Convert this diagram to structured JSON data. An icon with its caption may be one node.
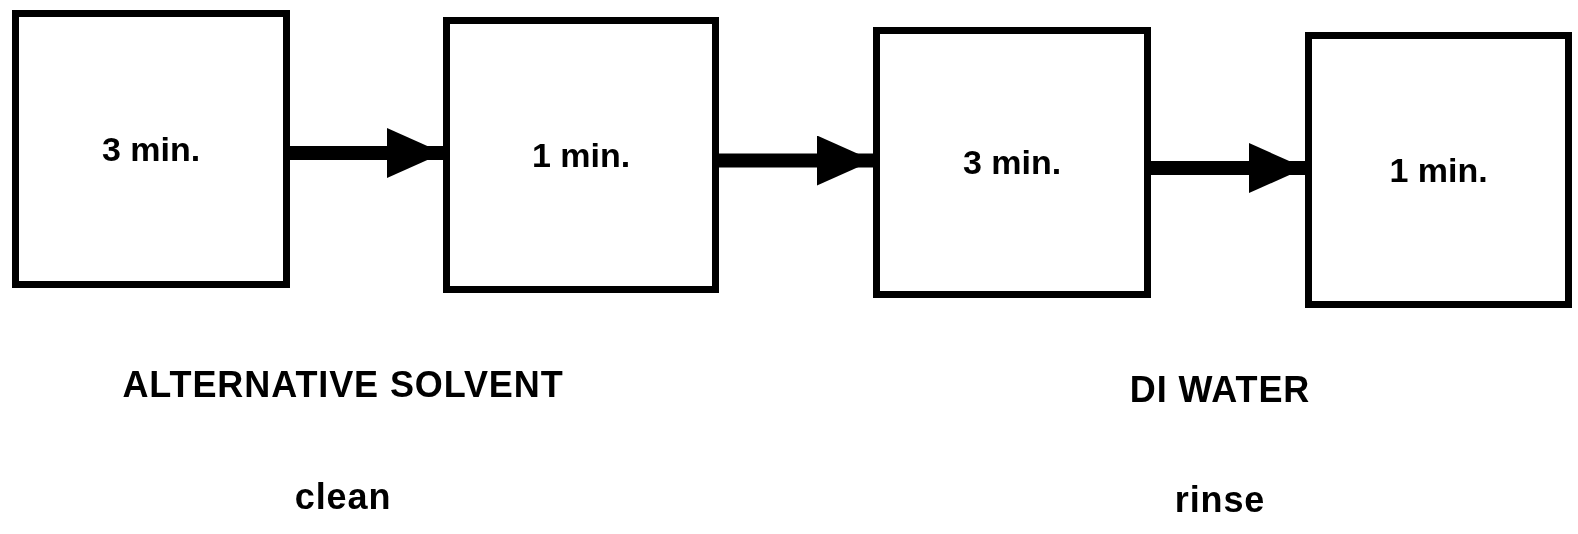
{
  "diagram": {
    "nodes": [
      {
        "text": [
          "3 min."
        ]
      },
      {
        "text": [
          "1 min."
        ]
      },
      {
        "text": [
          "3 min."
        ]
      },
      {
        "text": [
          "1 min."
        ]
      }
    ],
    "edges": [
      {
        "from": 0,
        "to": 1,
        "arrow": "to"
      },
      {
        "from": 1,
        "to": 2,
        "arrow": "to"
      },
      {
        "from": 2,
        "to": 3,
        "arrow": "to"
      }
    ],
    "labels": [
      "ALTERNATIVE SOLVENT",
      "DI WATER",
      "clean",
      "rinse"
    ]
  }
}
